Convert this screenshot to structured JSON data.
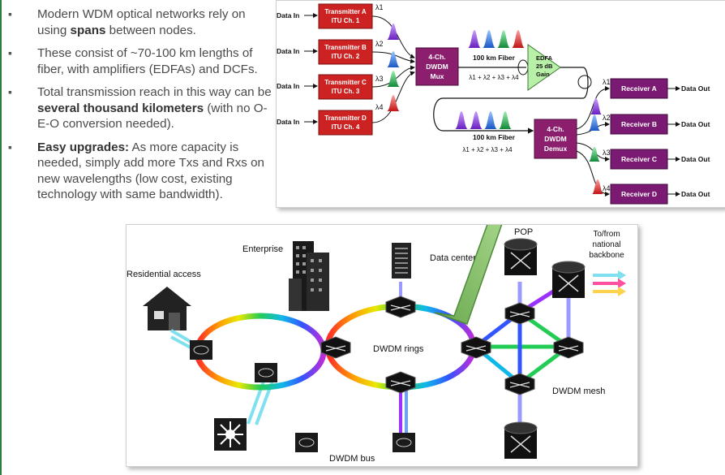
{
  "bullets": [
    {
      "parts": [
        {
          "t": "Modern WDM optical networks rely on using ",
          "b": false
        },
        {
          "t": "spans",
          "b": true
        },
        {
          "t": " between nodes.",
          "b": false
        }
      ]
    },
    {
      "parts": [
        {
          "t": "These consist of ~70-100 km lengths of fiber, with amplifiers (EDFAs) and DCFs.",
          "b": false
        }
      ]
    },
    {
      "parts": [
        {
          "t": "Total transmission reach in this way can be ",
          "b": false
        },
        {
          "t": "several thousand kilometers",
          "b": true
        },
        {
          "t": " (with no O-E-O conversion needed).",
          "b": false
        }
      ]
    },
    {
      "parts": [
        {
          "t": "Easy upgrades:",
          "b": true
        },
        {
          "t": " As more capacity is needed, simply add more Txs and Rxs on new wavelengths (low cost, existing technology with same bandwidth).",
          "b": false
        }
      ]
    }
  ],
  "wdm": {
    "data_in": "Data In",
    "data_out": "Data Out",
    "transmitters": [
      {
        "line1": "Transmitter A",
        "line2": "ITU Ch. 1",
        "lambda": "λ1"
      },
      {
        "line1": "Transmitter B",
        "line2": "ITU Ch. 2",
        "lambda": "λ2"
      },
      {
        "line1": "Transmitter C",
        "line2": "ITU Ch. 3",
        "lambda": "λ3"
      },
      {
        "line1": "Transmitter D",
        "line2": "ITU Ch. 4",
        "lambda": "λ4"
      }
    ],
    "mux": [
      "4-Ch.",
      "DWDM",
      "Mux"
    ],
    "demux": [
      "4-Ch.",
      "DWDM",
      "Demux"
    ],
    "fiber_label": "100 km Fiber",
    "sum_label": "λ1 + λ2 + λ3 + λ4",
    "edfa": [
      "EDFA",
      "25 dB",
      "Gain"
    ],
    "receivers": [
      {
        "label": "Receiver A",
        "lambda": "λ1"
      },
      {
        "label": "Receiver B",
        "lambda": "λ2"
      },
      {
        "label": "Receiver C",
        "lambda": "λ3"
      },
      {
        "label": "Receiver D",
        "lambda": "λ4"
      }
    ],
    "colors": {
      "tx": "#cc2222",
      "mux": "#8b1f6e",
      "receiver": "#7a1a72",
      "edfa": "#b8f0a8",
      "peaks": [
        "#8a2be2",
        "#2a6fd6",
        "#1aa84a",
        "#d42020"
      ]
    }
  },
  "net": {
    "residential": "Residential access",
    "enterprise": "Enterprise",
    "data_center": "Data center",
    "pop": "POP",
    "backbone": [
      "To/from",
      "national",
      "backbone"
    ],
    "rings": "DWDM rings",
    "mesh": "DWDM mesh",
    "bus": "DWDM bus"
  }
}
